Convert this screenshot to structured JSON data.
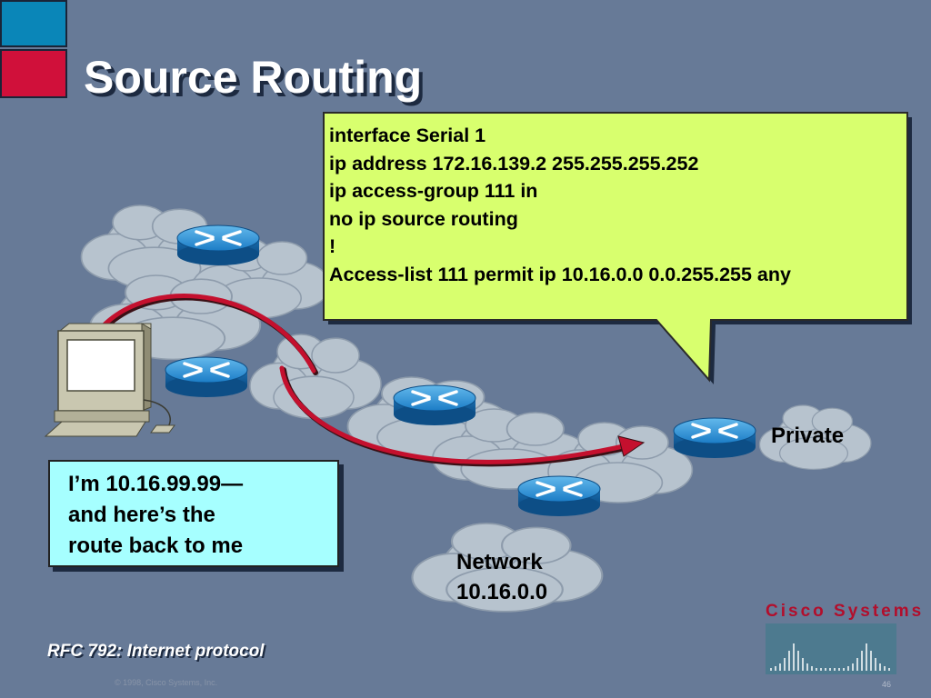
{
  "slide": {
    "title": "Source Routing",
    "footer_reference": "RFC 792: Internet protocol",
    "copyright": "© 1998, Cisco Systems, Inc.",
    "page_number": "46"
  },
  "config_callout": {
    "lines": [
      "interface Serial 1",
      "ip address 172.16.139.2  255.255.255.252",
      "ip access-group 111 in",
      "no ip source routing",
      "!",
      "Access-list 111 permit ip 10.16.0.0  0.0.255.255 any"
    ],
    "background_color": "#d8ff6e"
  },
  "host_note": {
    "lines": [
      "I’m 10.16.99.99—",
      "and here’s the",
      "route back to me"
    ],
    "background_color": "#a6ffff"
  },
  "clouds": {
    "private_label": "Private",
    "network_label_line1": "Network",
    "network_label_line2": "10.16.0.0"
  },
  "logo": {
    "text": "Cisco Systems",
    "color": "#b20e2c"
  },
  "colors": {
    "background": "#677a97",
    "router": "#1f7fc6",
    "cloud": "#b7c3ce",
    "route_arrow": "#c4102e"
  },
  "icons": [
    "router-icon",
    "workstation-icon",
    "cloud-icon",
    "route-arrow-icon"
  ]
}
